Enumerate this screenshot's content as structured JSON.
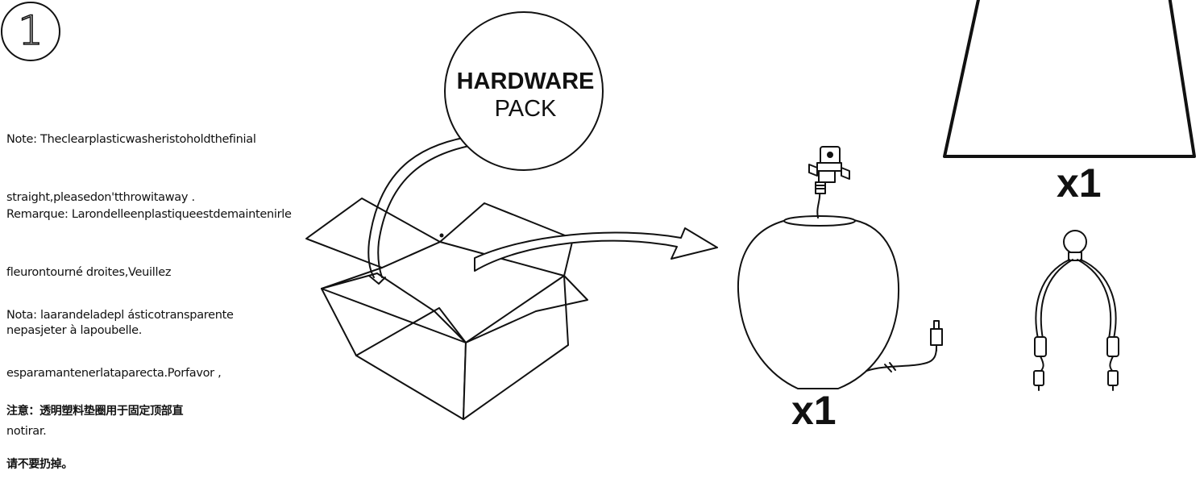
{
  "step": {
    "number": "1"
  },
  "notes": {
    "en": [
      "Note: Theclearplasticwasheristoholdthefinial",
      "straight,pleasedon'tthrowitaway ."
    ],
    "fr": [
      "Remarque: Larondelleenplastiqueestdemaintenirle",
      "fleurontourné droites,Veuillez",
      "nepasjeter à lapoubelle."
    ],
    "es": [
      "Nota: laarandeladepl ásticotransparente",
      "esparamantenerlataparecta.Porfavor ,",
      "notirar."
    ],
    "zh": [
      "注意：透明塑料垫圈用于固定顶部直",
      "请不要扔掉。"
    ]
  },
  "hardware_pack": {
    "line1": "HARDWARE",
    "line2": "PACK"
  },
  "quantities": {
    "shade": "x1",
    "base": "x1"
  }
}
